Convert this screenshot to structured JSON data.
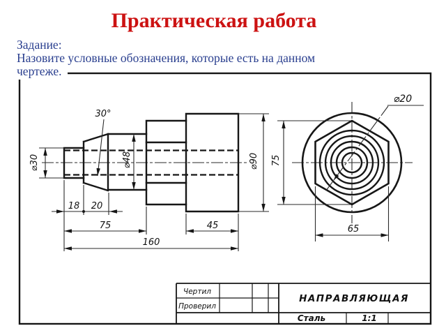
{
  "slide": {
    "title": "Практическая работа",
    "task_label": "Задание:",
    "task_line1": "Назовите условные обозначения, которые есть на данном",
    "task_line2": "чертеже.",
    "colors": {
      "title": "#cc1212",
      "task_text": "#2a3f8f",
      "drawing_lines": "#161616"
    }
  },
  "drawing": {
    "dimensions": {
      "angle": "30°",
      "dia30": "⌀30",
      "dia48": "⌀48",
      "dia90": "⌀90",
      "dia20": "⌀20",
      "len18": "18",
      "len20": "20",
      "len75": "75",
      "len45": "45",
      "len160": "160",
      "hex_across_corners": "75",
      "hex_across_flats": "65"
    },
    "title_block": {
      "drew_label": "Чертил",
      "checked_label": "Проверил",
      "part_name": "НАПРАВЛЯЮЩАЯ",
      "material": "Сталь",
      "scale": "1:1"
    }
  }
}
